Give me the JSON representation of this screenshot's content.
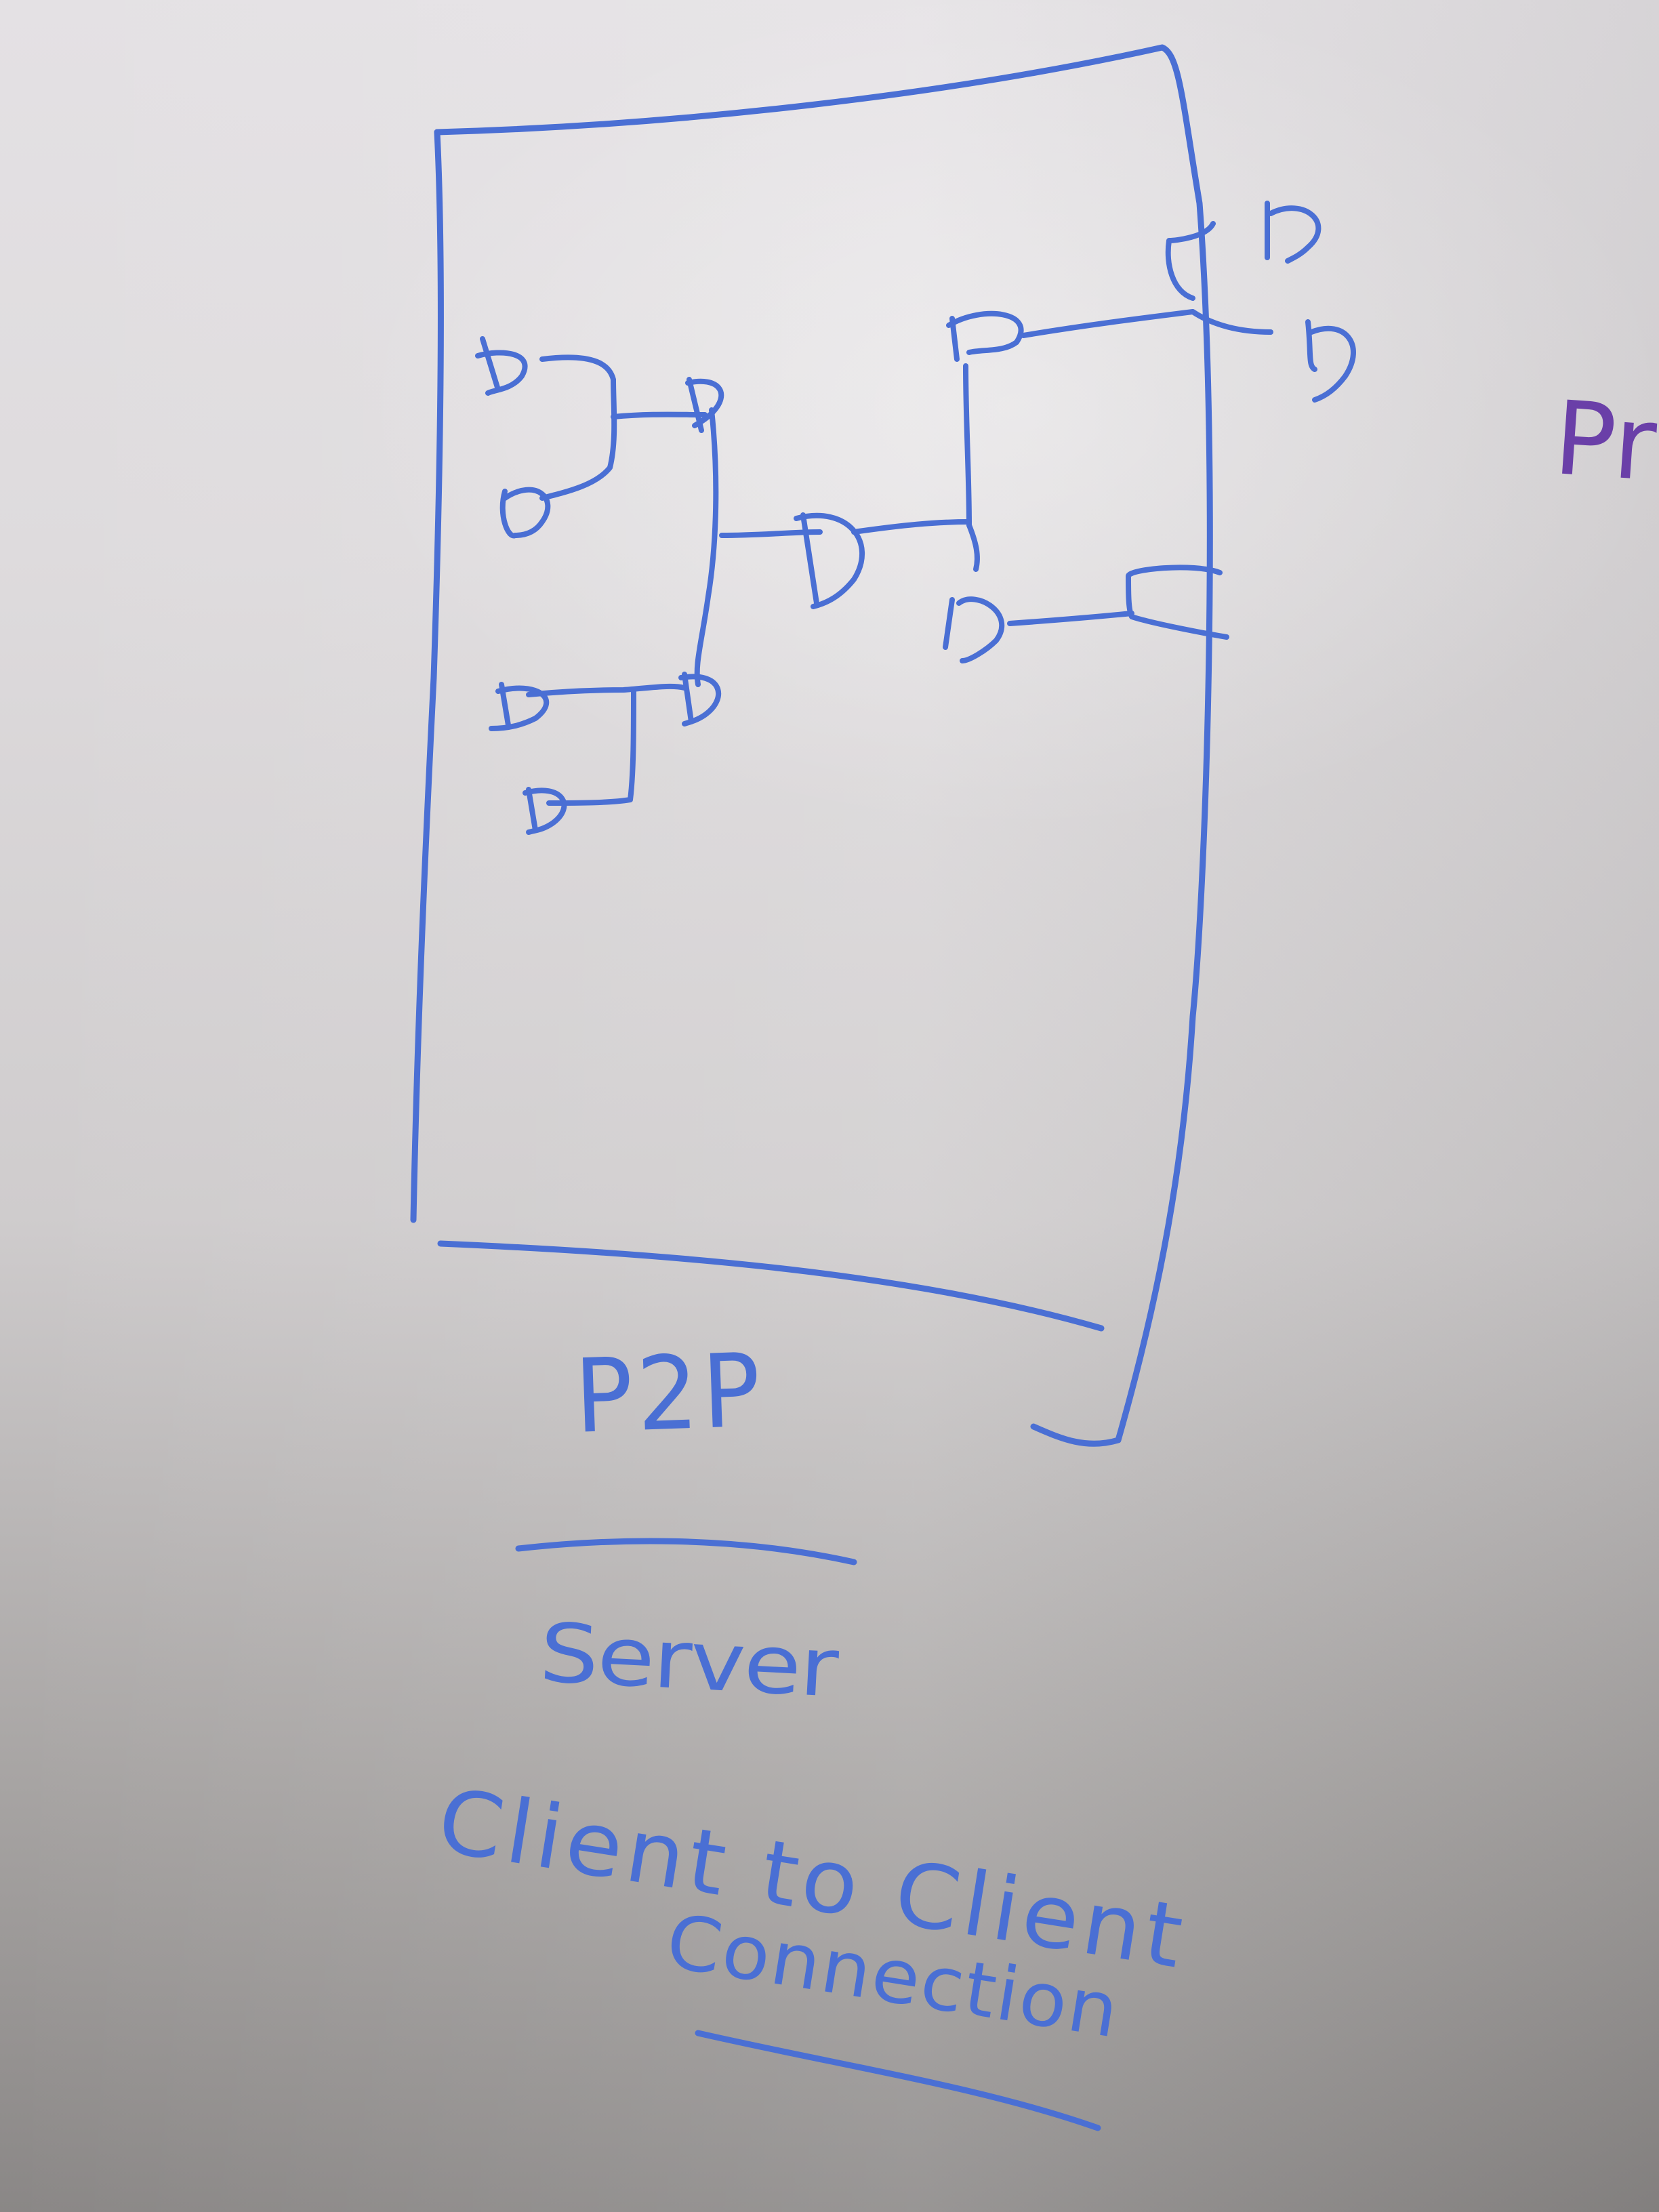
{
  "colors": {
    "ink": "#4a6fd4",
    "ink_purple": "#6a3fa8",
    "board": "#dcd9dc"
  },
  "board": {
    "title_text": "P2P",
    "subtitle_text": "Server",
    "description_line_1": "Client to Client",
    "description_line_2": "Connection",
    "edge_text": "Pr"
  }
}
